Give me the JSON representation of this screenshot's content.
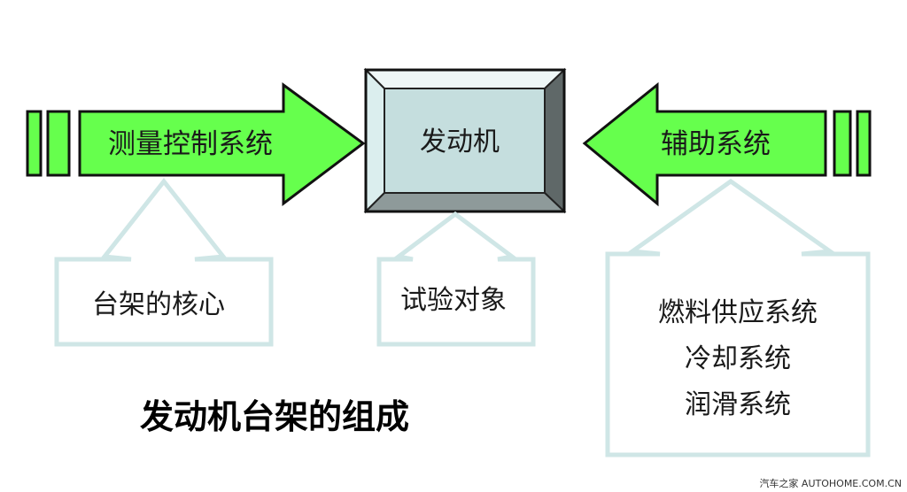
{
  "nodes": {
    "measure_control": "测量控制系统",
    "engine": "发动机",
    "auxiliary": "辅助系统"
  },
  "notes": {
    "core": "台架的核心",
    "test_object": "试验对象",
    "aux_items": [
      "燃料供应系统",
      "冷却系统",
      "润滑系统"
    ]
  },
  "title": "发动机台架的组成",
  "watermark": "汽车之家 AUTOHOME.COM.CN",
  "colors": {
    "arrow_fill": "#66ff4d",
    "arrow_stroke": "#111111",
    "engine_face": "#c5dede",
    "callout_stroke": "#cfe6e6"
  }
}
